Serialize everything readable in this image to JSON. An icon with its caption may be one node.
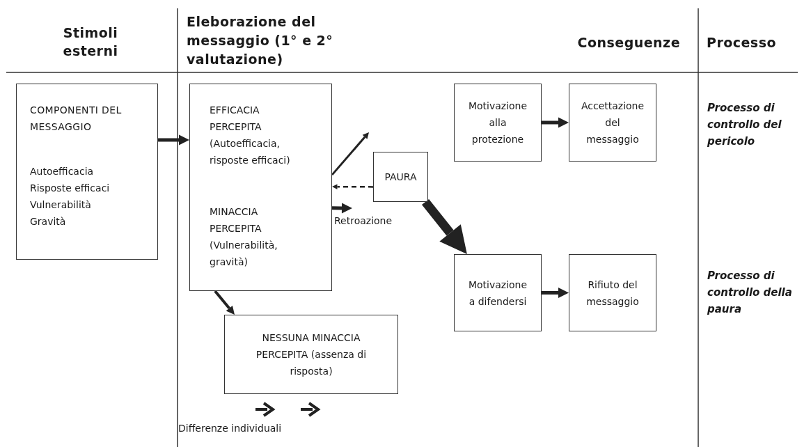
{
  "diagram": {
    "nodes": [
      {
        "text": [
          "COMPONENTI DEL MESSAGGIO",
          "Autoefficacia",
          "Risposte efficaci",
          "Vulnerabilità",
          "Gravità"
        ]
      },
      {
        "text": [
          "EFFICACIA PERCEPITA (Autoefficacia, risposte efficaci)",
          "MINACCIA PERCEPITA (Vulnerabilità, gravità)"
        ]
      },
      {
        "text": [
          "PAURA"
        ]
      },
      {
        "text": [
          "Motivazione alla protezione"
        ]
      },
      {
        "text": [
          "Accettazione del messaggio"
        ]
      },
      {
        "text": [
          "Motivazione a difendersi"
        ]
      },
      {
        "text": [
          "Rifiuto del messaggio"
        ]
      },
      {
        "text": [
          "NESSUNA MINACCIA PERCEPITA (assenza di risposta)"
        ]
      }
    ],
    "edges": [
      {
        "from": 0,
        "to": 1,
        "arrow": "to"
      },
      {
        "from": 1,
        "to": null,
        "arrow": "to"
      },
      {
        "from": 2,
        "to": 1,
        "arrow": "to",
        "style": "dashed"
      },
      {
        "from": 1,
        "to": null,
        "arrow": "to",
        "label": "Retroazione"
      },
      {
        "from": 2,
        "to": 5,
        "arrow": "to",
        "style": "thick"
      },
      {
        "from": 3,
        "to": 4,
        "arrow": "to"
      },
      {
        "from": 5,
        "to": 6,
        "arrow": "to"
      },
      {
        "from": 1,
        "to": 7,
        "arrow": "to"
      }
    ],
    "labels": [
      "Stimoli esterni",
      "Eleborazione del messaggio (1° e 2° valutazione)",
      "Conseguenze",
      "Processo",
      "Processo di controllo del pericolo",
      "Processo di controllo della paura",
      "Differenze individuali"
    ]
  }
}
